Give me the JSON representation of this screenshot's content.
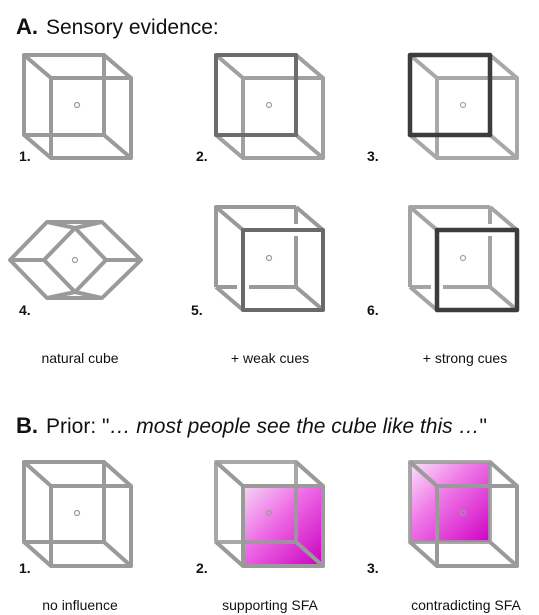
{
  "section_a": {
    "letter": "A.",
    "title": "Sensory evidence:",
    "panels": [
      {
        "number": "1.",
        "variant": "flat-cube"
      },
      {
        "number": "2.",
        "variant": "front-face-cue"
      },
      {
        "number": "3.",
        "variant": "front-face-cue-strong"
      },
      {
        "number": "4.",
        "variant": "rotated-cube"
      },
      {
        "number": "5.",
        "variant": "occlusion-weak"
      },
      {
        "number": "6.",
        "variant": "occlusion-strong"
      }
    ],
    "captions": [
      "natural cube",
      "+ weak cues",
      "+ strong cues"
    ]
  },
  "section_b": {
    "letter": "B.",
    "prefix": "Prior: \"",
    "quote": "… most people see the cube like this …",
    "suffix": "\"",
    "panels": [
      {
        "number": "1.",
        "variant": "plain"
      },
      {
        "number": "2.",
        "variant": "shaded-front"
      },
      {
        "number": "3.",
        "variant": "shaded-back"
      }
    ],
    "captions": [
      "no influence",
      "supporting SFA",
      "contradicting SFA"
    ]
  },
  "colors": {
    "light_line": "#9a9a9a",
    "mid_line": "#6f6f6f",
    "dark_line": "#4a4a4a",
    "magenta": "#d400c8"
  }
}
